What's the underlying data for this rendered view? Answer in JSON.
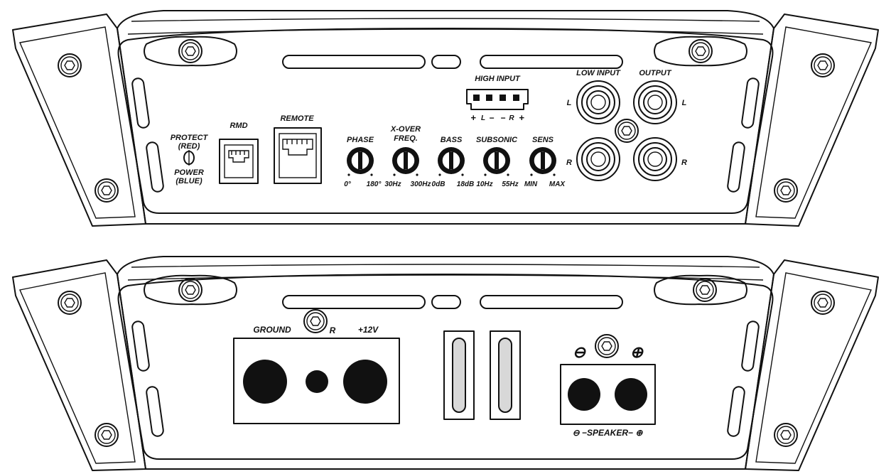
{
  "top_panel": {
    "led": {
      "protect": "PROTECT",
      "red": "(RED)",
      "power": "POWER",
      "blue": "(BLUE)"
    },
    "rmd_label": "RMD",
    "remote_label": "REMOTE",
    "knobs": {
      "phase": {
        "title": "PHASE",
        "min": "0°",
        "max": "180°"
      },
      "xover_line1": "X-OVER",
      "xover_line2": "FREQ.",
      "xover": {
        "min": "30Hz",
        "max": "300Hz"
      },
      "bass": {
        "title": "BASS",
        "min": "0dB",
        "max": "18dB"
      },
      "subsonic": {
        "title": "SUBSONIC",
        "min": "10Hz",
        "max": "55Hz"
      },
      "sens": {
        "title": "SENS",
        "min": "MIN",
        "max": "MAX"
      }
    },
    "high_input": {
      "title": "HIGH INPUT",
      "left_plus": "+",
      "left_l": "L",
      "left_minus": "−",
      "right_minus": "−",
      "right_r": "R",
      "right_plus": "+"
    },
    "low_input": {
      "title": "LOW INPUT",
      "l": "L",
      "r": "R"
    },
    "output": {
      "title": "OUTPUT",
      "l": "L",
      "r": "R"
    }
  },
  "bottom_panel": {
    "ground_label": "GROUND",
    "r_label": "R",
    "plus12v_label": "+12V",
    "speaker": {
      "minus": "⊖",
      "plus": "⊕",
      "label": "⊖ −SPEAKER− ⊕"
    }
  }
}
